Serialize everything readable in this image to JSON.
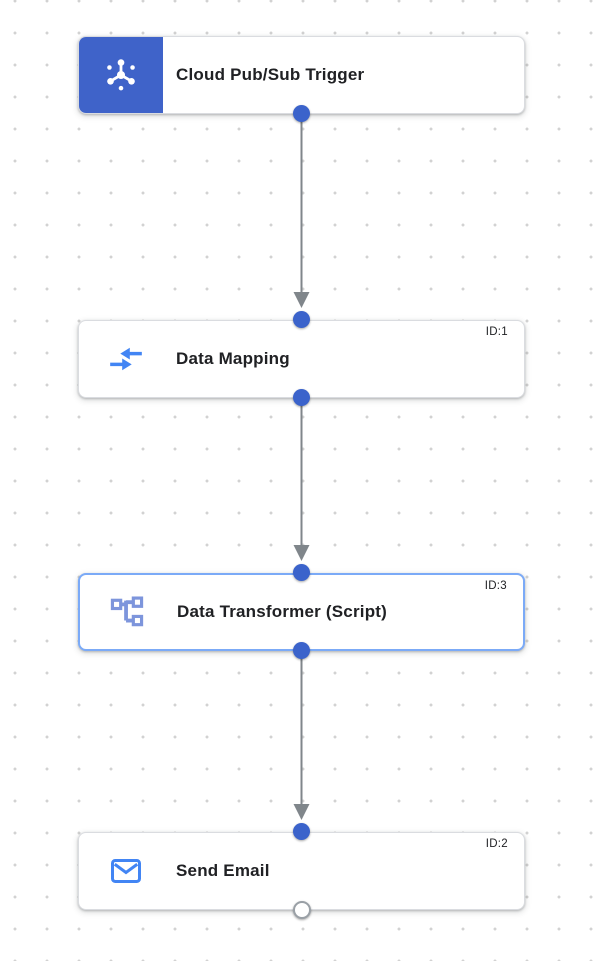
{
  "workflow": {
    "nodes": [
      {
        "title": "Cloud Pub/Sub Trigger",
        "type": "trigger",
        "icon": "pubsub-icon",
        "selected": false
      },
      {
        "title": "Data Mapping",
        "id_label": "ID:1",
        "type": "task",
        "icon": "data-mapping-icon",
        "selected": false
      },
      {
        "title": "Data Transformer (Script)",
        "id_label": "ID:3",
        "type": "task",
        "icon": "data-transformer-icon",
        "selected": true
      },
      {
        "title": "Send Email",
        "id_label": "ID:2",
        "type": "task",
        "icon": "send-email-icon",
        "selected": false
      }
    ],
    "edges": [
      {
        "from": "Cloud Pub/Sub Trigger",
        "to": "Data Mapping"
      },
      {
        "from": "Data Mapping",
        "to": "Data Transformer (Script)"
      },
      {
        "from": "Data Transformer (Script)",
        "to": "Send Email"
      }
    ],
    "colors": {
      "trigger_block": "#3f63c9",
      "port_fill": "#3b63cb",
      "edge_line": "#80868b",
      "selected_border": "#7baaf7",
      "node_border": "#dadce0",
      "accent_icon_blue": "#4285f4",
      "transformer_icon_blue": "#7d95dc",
      "title_text": "#202124",
      "grid_dot": "#d2d2d2"
    }
  }
}
